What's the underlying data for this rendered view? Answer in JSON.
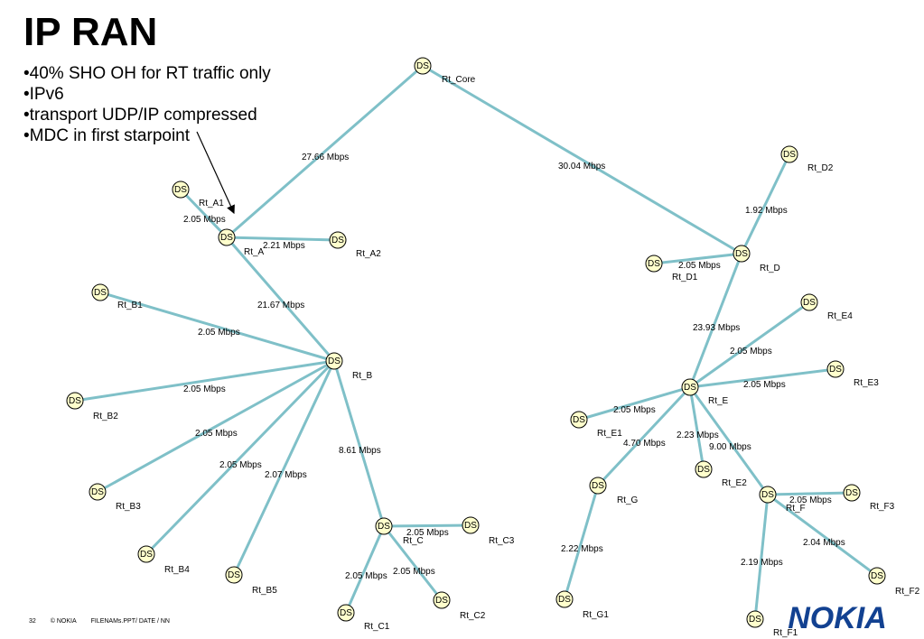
{
  "slide": {
    "title": "IP RAN",
    "bullets": [
      "•40% SHO OH for RT traffic only",
      "•IPv6",
      "•transport UDP/IP compressed",
      "•MDC in first starpoint"
    ],
    "footer": {
      "page_number": "32",
      "copyright": "© NOKIA",
      "file_info": "FILENAMs.PPT/ DATE / NN"
    },
    "logo_text": "NOKIA",
    "colors": {
      "link": "#7fc0c8",
      "node_fill": "#ffffcc",
      "logo": "#124191"
    }
  },
  "diagram": {
    "node_symbol": "DS",
    "nodes": [
      {
        "id": "Rt_Core",
        "label": "Rt_Core"
      },
      {
        "id": "Rt_A",
        "label": "Rt_A"
      },
      {
        "id": "Rt_A1",
        "label": "Rt_A1"
      },
      {
        "id": "Rt_A2",
        "label": "Rt_A2"
      },
      {
        "id": "Rt_B",
        "label": "Rt_B"
      },
      {
        "id": "Rt_B1",
        "label": "Rt_B1"
      },
      {
        "id": "Rt_B2",
        "label": "Rt_B2"
      },
      {
        "id": "Rt_B3",
        "label": "Rt_B3"
      },
      {
        "id": "Rt_B4",
        "label": "Rt_B4"
      },
      {
        "id": "Rt_B5",
        "label": "Rt_B5"
      },
      {
        "id": "Rt_C",
        "label": "Rt_C"
      },
      {
        "id": "Rt_C1",
        "label": "Rt_C1"
      },
      {
        "id": "Rt_C2",
        "label": "Rt_C2"
      },
      {
        "id": "Rt_C3",
        "label": "Rt_C3"
      },
      {
        "id": "Rt_D",
        "label": "Rt_D"
      },
      {
        "id": "Rt_D1",
        "label": "Rt_D1"
      },
      {
        "id": "Rt_D2",
        "label": "Rt_D2"
      },
      {
        "id": "Rt_E",
        "label": "Rt_E"
      },
      {
        "id": "Rt_E1",
        "label": "Rt_E1"
      },
      {
        "id": "Rt_E2",
        "label": "Rt_E2"
      },
      {
        "id": "Rt_E3",
        "label": "Rt_E3"
      },
      {
        "id": "Rt_E4",
        "label": "Rt_E4"
      },
      {
        "id": "Rt_F",
        "label": "Rt_F"
      },
      {
        "id": "Rt_F1",
        "label": "Rt_F1"
      },
      {
        "id": "Rt_F2",
        "label": "Rt_F2"
      },
      {
        "id": "Rt_F3",
        "label": "Rt_F3"
      },
      {
        "id": "Rt_G",
        "label": "Rt_G"
      },
      {
        "id": "Rt_G1",
        "label": "Rt_G1"
      }
    ],
    "links": [
      {
        "from": "Rt_Core",
        "to": "Rt_A",
        "label": "27.66 Mbps"
      },
      {
        "from": "Rt_Core",
        "to": "Rt_D",
        "label": "30.04 Mbps"
      },
      {
        "from": "Rt_A",
        "to": "Rt_A1",
        "label": "2.05 Mbps"
      },
      {
        "from": "Rt_A",
        "to": "Rt_A2",
        "label": "2.21 Mbps"
      },
      {
        "from": "Rt_A",
        "to": "Rt_B",
        "label": "21.67 Mbps"
      },
      {
        "from": "Rt_B",
        "to": "Rt_B1",
        "label": "2.05 Mbps"
      },
      {
        "from": "Rt_B",
        "to": "Rt_B2",
        "label": "2.05 Mbps"
      },
      {
        "from": "Rt_B",
        "to": "Rt_B3",
        "label": "2.05 Mbps"
      },
      {
        "from": "Rt_B",
        "to": "Rt_B4",
        "label": "2.05 Mbps"
      },
      {
        "from": "Rt_B",
        "to": "Rt_B5",
        "label": "2.07 Mbps"
      },
      {
        "from": "Rt_B",
        "to": "Rt_C",
        "label": "8.61 Mbps"
      },
      {
        "from": "Rt_C",
        "to": "Rt_C1",
        "label": "2.05 Mbps"
      },
      {
        "from": "Rt_C",
        "to": "Rt_C2",
        "label": "2.05 Mbps"
      },
      {
        "from": "Rt_C",
        "to": "Rt_C3",
        "label": "2.05 Mbps"
      },
      {
        "from": "Rt_D",
        "to": "Rt_D1",
        "label": "2.05 Mbps"
      },
      {
        "from": "Rt_D",
        "to": "Rt_D2",
        "label": "1.92 Mbps"
      },
      {
        "from": "Rt_D",
        "to": "Rt_E",
        "label": "23.93 Mbps"
      },
      {
        "from": "Rt_E",
        "to": "Rt_E1",
        "label": "2.05 Mbps"
      },
      {
        "from": "Rt_E",
        "to": "Rt_E2",
        "label": "2.23 Mbps"
      },
      {
        "from": "Rt_E",
        "to": "Rt_E3",
        "label": "2.05 Mbps"
      },
      {
        "from": "Rt_E",
        "to": "Rt_E4",
        "label": "2.05 Mbps"
      },
      {
        "from": "Rt_E",
        "to": "Rt_F",
        "label": "9.00 Mbps"
      },
      {
        "from": "Rt_E",
        "to": "Rt_G",
        "label": "4.70 Mbps"
      },
      {
        "from": "Rt_F",
        "to": "Rt_F1",
        "label": "2.19 Mbps"
      },
      {
        "from": "Rt_F",
        "to": "Rt_F2",
        "label": "2.04 Mbps"
      },
      {
        "from": "Rt_F",
        "to": "Rt_F3",
        "label": "2.05 Mbps"
      },
      {
        "from": "Rt_G",
        "to": "Rt_G1",
        "label": "2.22 Mbps"
      }
    ],
    "annotation": {
      "from_bullet": 3,
      "to_node": "Rt_A"
    }
  }
}
